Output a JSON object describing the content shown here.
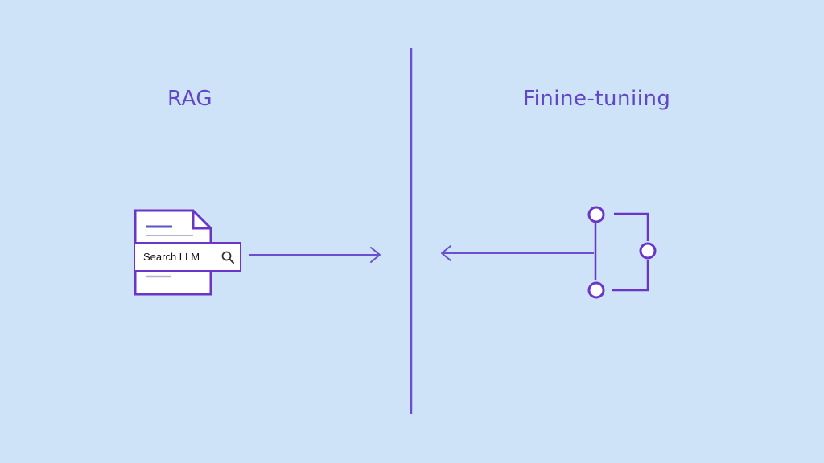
{
  "left_panel": {
    "title": "RAG",
    "search_text": "Search LLM"
  },
  "right_panel": {
    "title": "Finine-tuniing"
  },
  "colors": {
    "background": "#cfe3f8",
    "accent": "#6a35c9",
    "title": "#6146c6",
    "line": "#6b4fd0",
    "doc_lines": "#5a56c4",
    "doc_lines_muted": "#b8b0cf"
  }
}
